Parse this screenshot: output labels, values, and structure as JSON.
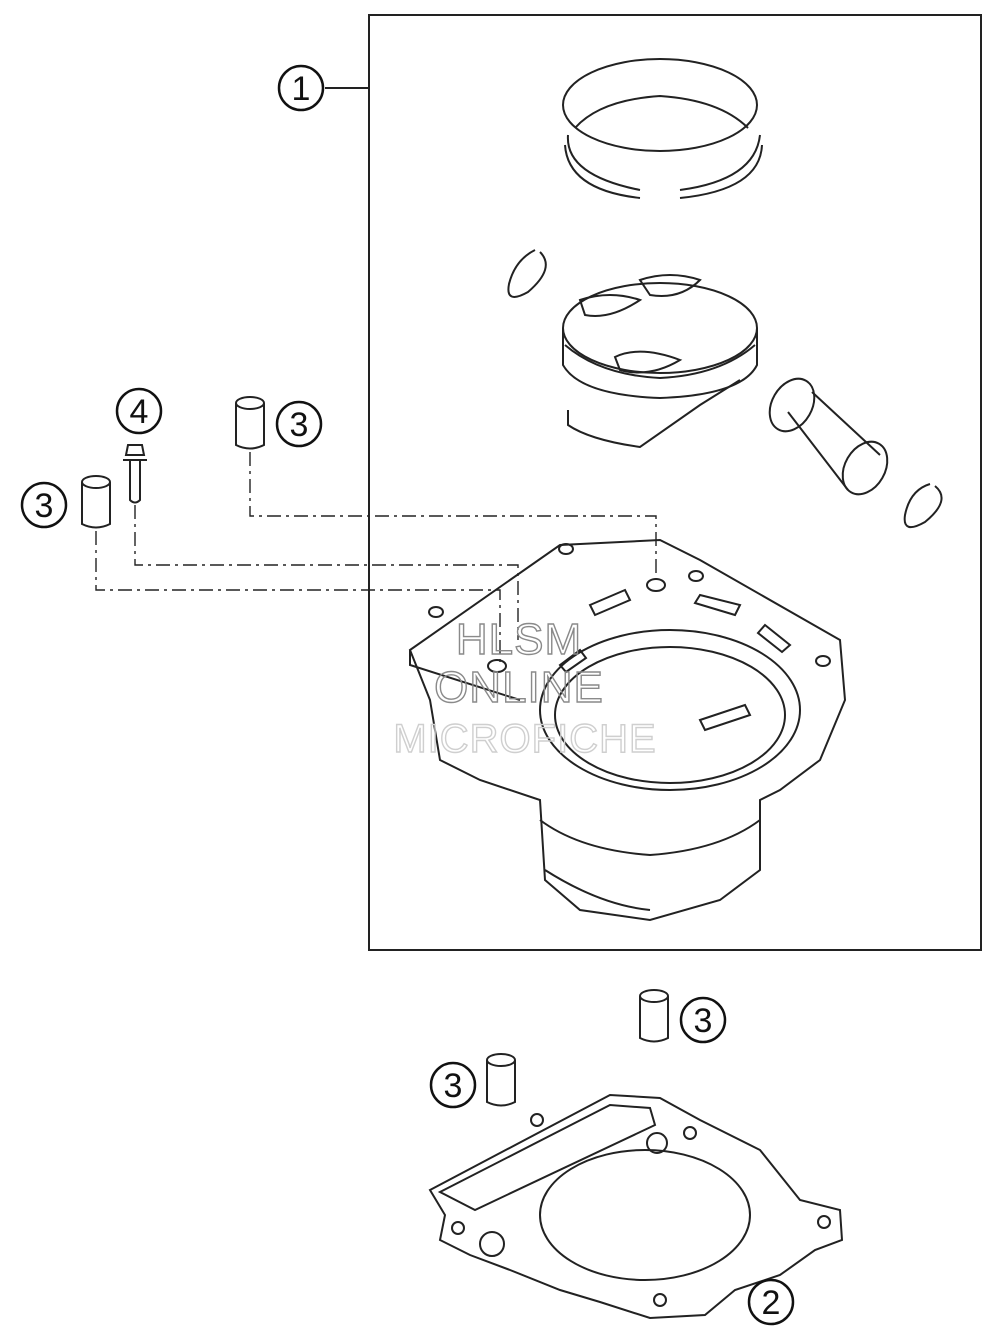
{
  "callouts": [
    {
      "id": "callout-1",
      "label": "1"
    },
    {
      "id": "callout-2",
      "label": "2"
    },
    {
      "id": "callout-3-top",
      "label": "3"
    },
    {
      "id": "callout-3-left",
      "label": "3"
    },
    {
      "id": "callout-3-bottom-right",
      "label": "3"
    },
    {
      "id": "callout-3-bottom-left",
      "label": "3"
    },
    {
      "id": "callout-4",
      "label": "4"
    }
  ],
  "watermark": {
    "line1": "HLSM",
    "line2": "ONLINE",
    "line3": "MICROFICHE"
  },
  "colors": {
    "line": "#222222",
    "watermark_dark": "#8a8a8a",
    "watermark_light": "#cfcfcf"
  }
}
